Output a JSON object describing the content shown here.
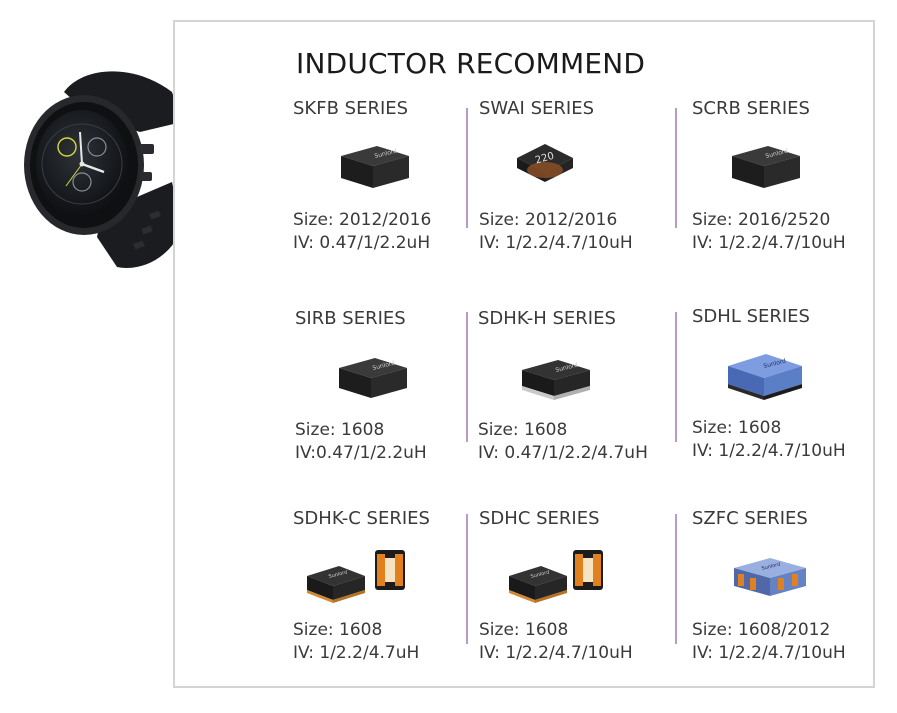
{
  "title": "INDUCTOR RECOMMEND",
  "products": [
    {
      "series": "SKFB SERIES",
      "size": "Size: 2012/2016",
      "iv": "IV: 0.47/1/2.2uH"
    },
    {
      "series": "SWAI SERIES",
      "size": "Size: 2012/2016",
      "iv": "IV: 1/2.2/4.7/10uH",
      "marking": "220"
    },
    {
      "series": "SCRB SERIES",
      "size": "Size: 2016/2520",
      "iv": "IV: 1/2.2/4.7/10uH"
    },
    {
      "series": "SIRB SERIES",
      "size": "Size: 1608",
      "iv": "IV:0.47/1/2.2uH"
    },
    {
      "series": "SDHK-H SERIES",
      "size": "Size: 1608",
      "iv": "IV: 0.47/1/2.2/4.7uH"
    },
    {
      "series": "SDHL SERIES",
      "size": "Size: 1608",
      "iv": "IV: 1/2.2/4.7/10uH"
    },
    {
      "series": "SDHK-C SERIES",
      "size": "Size: 1608",
      "iv": "IV: 1/2.2/4.7uH"
    },
    {
      "series": "SDHC SERIES",
      "size": "Size: 1608",
      "iv": "IV: 1/2.2/4.7/10uH"
    },
    {
      "series": "SZFC SERIES",
      "size": "Size: 1608/2012",
      "iv": "IV: 1/2.2/4.7/10uH"
    }
  ],
  "colors": {
    "divider": "#b99bc9",
    "border": "#d4d4d4",
    "chip_body": "#2b2b2b",
    "sdhl_blue": "#5b7fc7",
    "orange": "#e0801f"
  },
  "icons": [
    "smartwatch-image",
    "inductor-chip-image"
  ]
}
